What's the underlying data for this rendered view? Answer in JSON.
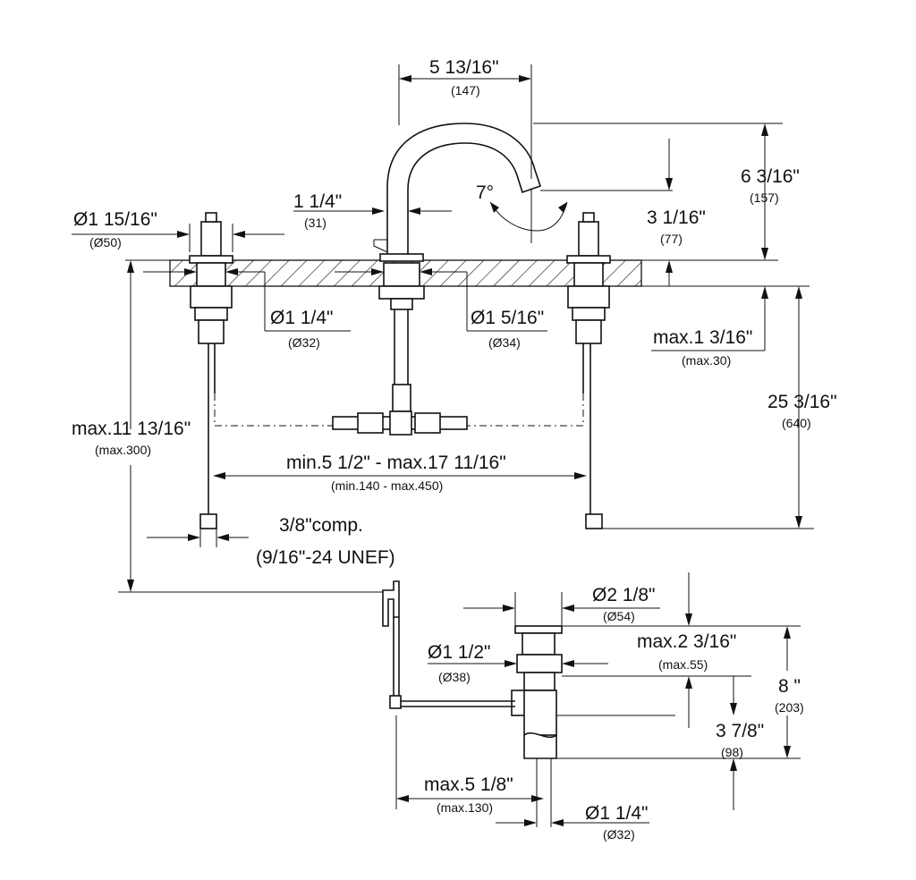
{
  "dimensions": {
    "spout_reach": "5 13/16\"",
    "spout_reach_mm": "(147)",
    "spout_height": "6 3/16\"",
    "spout_height_mm": "(157)",
    "spout_angle": "7°",
    "spout_outlet_height": "3 1/16\"",
    "spout_outlet_height_mm": "(77)",
    "spout_base_offset": "1 1/4\"",
    "spout_base_offset_mm": "(31)",
    "handle_diameter": "Ø1 15/16\"",
    "handle_diameter_mm": "(Ø50)",
    "handle_hole": "Ø1 1/4\"",
    "handle_hole_mm": "(Ø32)",
    "spout_hole": "Ø1 5/16\"",
    "spout_hole_mm": "(Ø34)",
    "deck_thickness": "max.1 3/16\"",
    "deck_thickness_mm": "(max.30)",
    "total_height": "25 3/16\"",
    "total_height_mm": "(640)",
    "below_deck": "max.11 13/16\"",
    "below_deck_mm": "(max.300)",
    "spread": "min.5 1/2\" - max.17 11/16\"",
    "spread_mm": "(min.140 - max.450)",
    "connection": "3/8\"comp.",
    "connection_thread": "(9/16\"-24 UNEF)",
    "drain_flange": "Ø2 1/8\"",
    "drain_flange_mm": "(Ø54)",
    "drain_body": "Ø1 1/2\"",
    "drain_body_mm": "(Ø38)",
    "drain_thread_length": "max.2 3/16\"",
    "drain_thread_length_mm": "(max.55)",
    "drain_height": "8 \"",
    "drain_height_mm": "(203)",
    "drain_lower": "3 7/8\"",
    "drain_lower_mm": "(98)",
    "pop_up_reach": "max.5 1/8\"",
    "pop_up_reach_mm": "(max.130)",
    "tailpiece": "Ø1 1/4\"",
    "tailpiece_mm": "(Ø32)"
  }
}
